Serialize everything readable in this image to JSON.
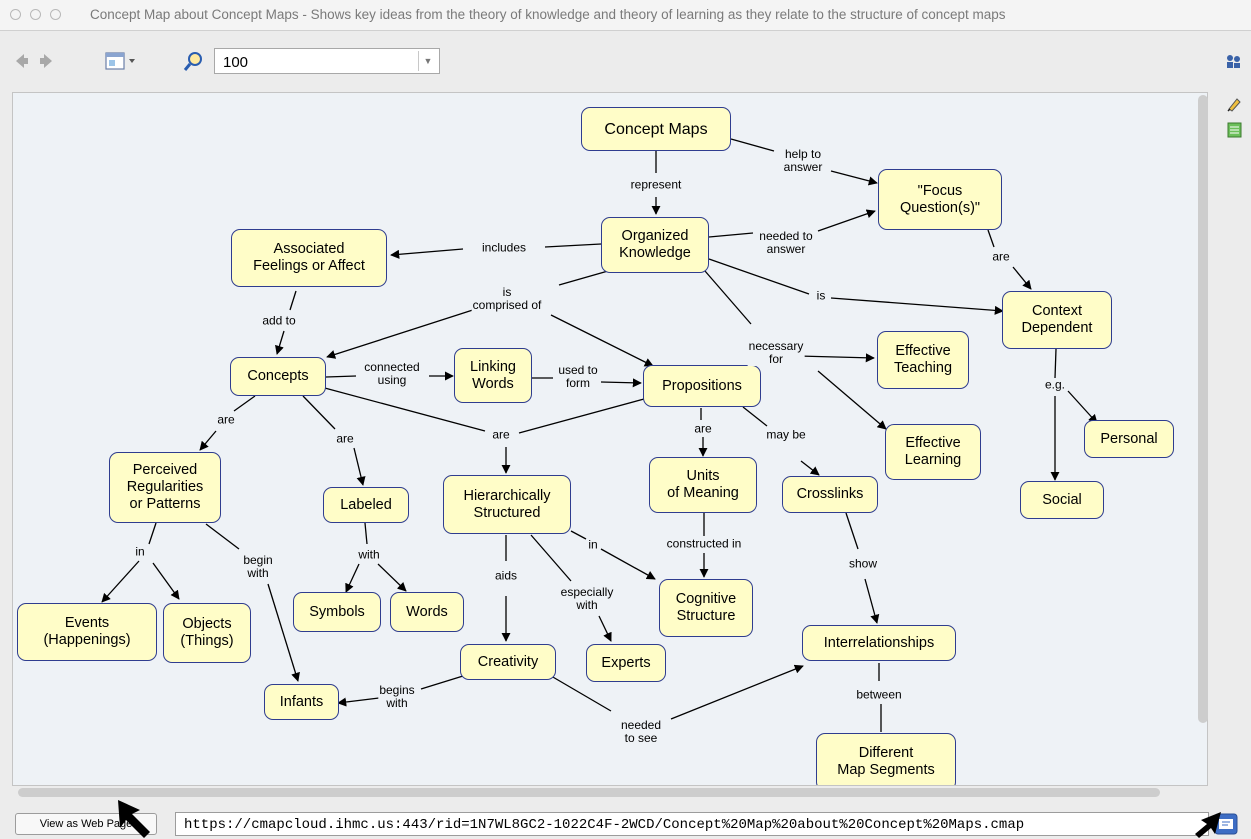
{
  "window": {
    "title": "Concept Map about Concept Maps - Shows key ideas from the theory of knowledge and theory of learning as they relate to the structure of concept maps"
  },
  "toolbar": {
    "zoom_value": "100",
    "icons": [
      "back-arrow-icon",
      "forward-arrow-icon",
      "view-menu-icon",
      "zoom-magnifier-icon",
      "dropdown-icon",
      "collaborate-icon"
    ]
  },
  "side_icons": [
    "pencil-icon",
    "list-view-icon"
  ],
  "concepts": {
    "concept_maps": "Concept Maps",
    "focus_questions": "\"Focus\nQuestion(s)\"",
    "organized_knowledge": "Organized\nKnowledge",
    "associated_feelings": "Associated\nFeelings or Affect",
    "context_dependent": "Context\nDependent",
    "concepts": "Concepts",
    "linking_words": "Linking\nWords",
    "propositions": "Propositions",
    "effective_teaching": "Effective\nTeaching",
    "effective_learning": "Effective\nLearning",
    "personal": "Personal",
    "perceived_regularities": "Perceived\nRegularities\nor Patterns",
    "labeled": "Labeled",
    "hierarchically_structured": "Hierarchically\nStructured",
    "units_of_meaning": "Units\nof Meaning",
    "crosslinks": "Crosslinks",
    "social": "Social",
    "events": "Events\n(Happenings)",
    "objects": "Objects\n(Things)",
    "symbols": "Symbols",
    "words": "Words",
    "cognitive_structure": "Cognitive\nStructure",
    "interrelationships": "Interrelationships",
    "creativity": "Creativity",
    "experts": "Experts",
    "infants": "Infants",
    "different_map_segments": "Different\nMap Segments"
  },
  "links": {
    "represent": "represent",
    "help_to_answer": "help to\nanswer",
    "includes": "includes",
    "needed_to_answer": "needed to\nanswer",
    "are_fq": "are",
    "is_cd": "is",
    "is_comprised_of": "is\ncomprised of",
    "add_to": "add to",
    "necessary_for": "necessary\nfor",
    "connected_using": "connected\nusing",
    "used_to_form": "used to\nform",
    "eg": "e.g.",
    "are_concepts": "are",
    "are_labeled": "are",
    "are_hier": "are",
    "are_units": "are",
    "may_be": "may be",
    "in_patterns": "in",
    "begin_with": "begin\nwith",
    "with_labeled": "with",
    "in_hier": "in",
    "constructed_in": "constructed in",
    "show": "show",
    "aids": "aids",
    "especially_with": "especially\nwith",
    "between": "between",
    "begins_with": "begins\nwith",
    "needed_to_see": "needed\nto see"
  },
  "bottom": {
    "view_button": "View as Web Page",
    "url": "https://cmapcloud.ihmc.us:443/rid=1N7WL8GC2-1022C4F-2WCD/Concept%20Map%20about%20Concept%20Maps.cmap"
  }
}
